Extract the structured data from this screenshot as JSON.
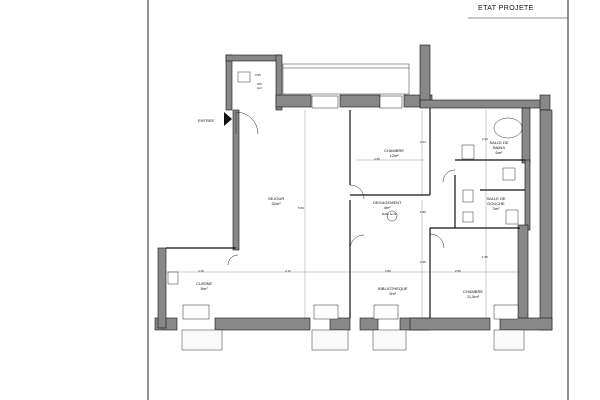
{
  "header": {
    "title": "ETAT PROJETE"
  },
  "entrance": {
    "label": "ENTREE"
  },
  "rooms": {
    "wc": {
      "name": "WC",
      "area": "2m²"
    },
    "sejour": {
      "name": "SEJOUR",
      "area": "32m²"
    },
    "chambre1": {
      "name": "CHAMBRE",
      "area": "12m²"
    },
    "salle_bains": {
      "name": "SALLE DE BAINS",
      "area": "6m²"
    },
    "degagement": {
      "name": "DEGAGEMENT",
      "area": "4m²"
    },
    "salle_douche": {
      "name": "SALLE DE DOUCHE",
      "area": "3m²"
    },
    "cuisine": {
      "name": "CUISINE",
      "area": "6m²"
    },
    "bibliotheque": {
      "name": "BIBLIOTHEQUE",
      "area": "9m²"
    },
    "chambre2": {
      "name": "CHAMBRE",
      "area": "11,5m²"
    }
  },
  "misc": {
    "tag": "Boîte techn."
  },
  "dimensions": {
    "d1": "0.55",
    "d2": "3.14",
    "d3": "5.59",
    "d4": "2.35",
    "d5": "4.72",
    "d6": "3.15",
    "d7": "2.80",
    "d8": "2.20",
    "d9": "2.55",
    "d10": "1.80",
    "d11": "2.45",
    "d12": "1.65"
  }
}
